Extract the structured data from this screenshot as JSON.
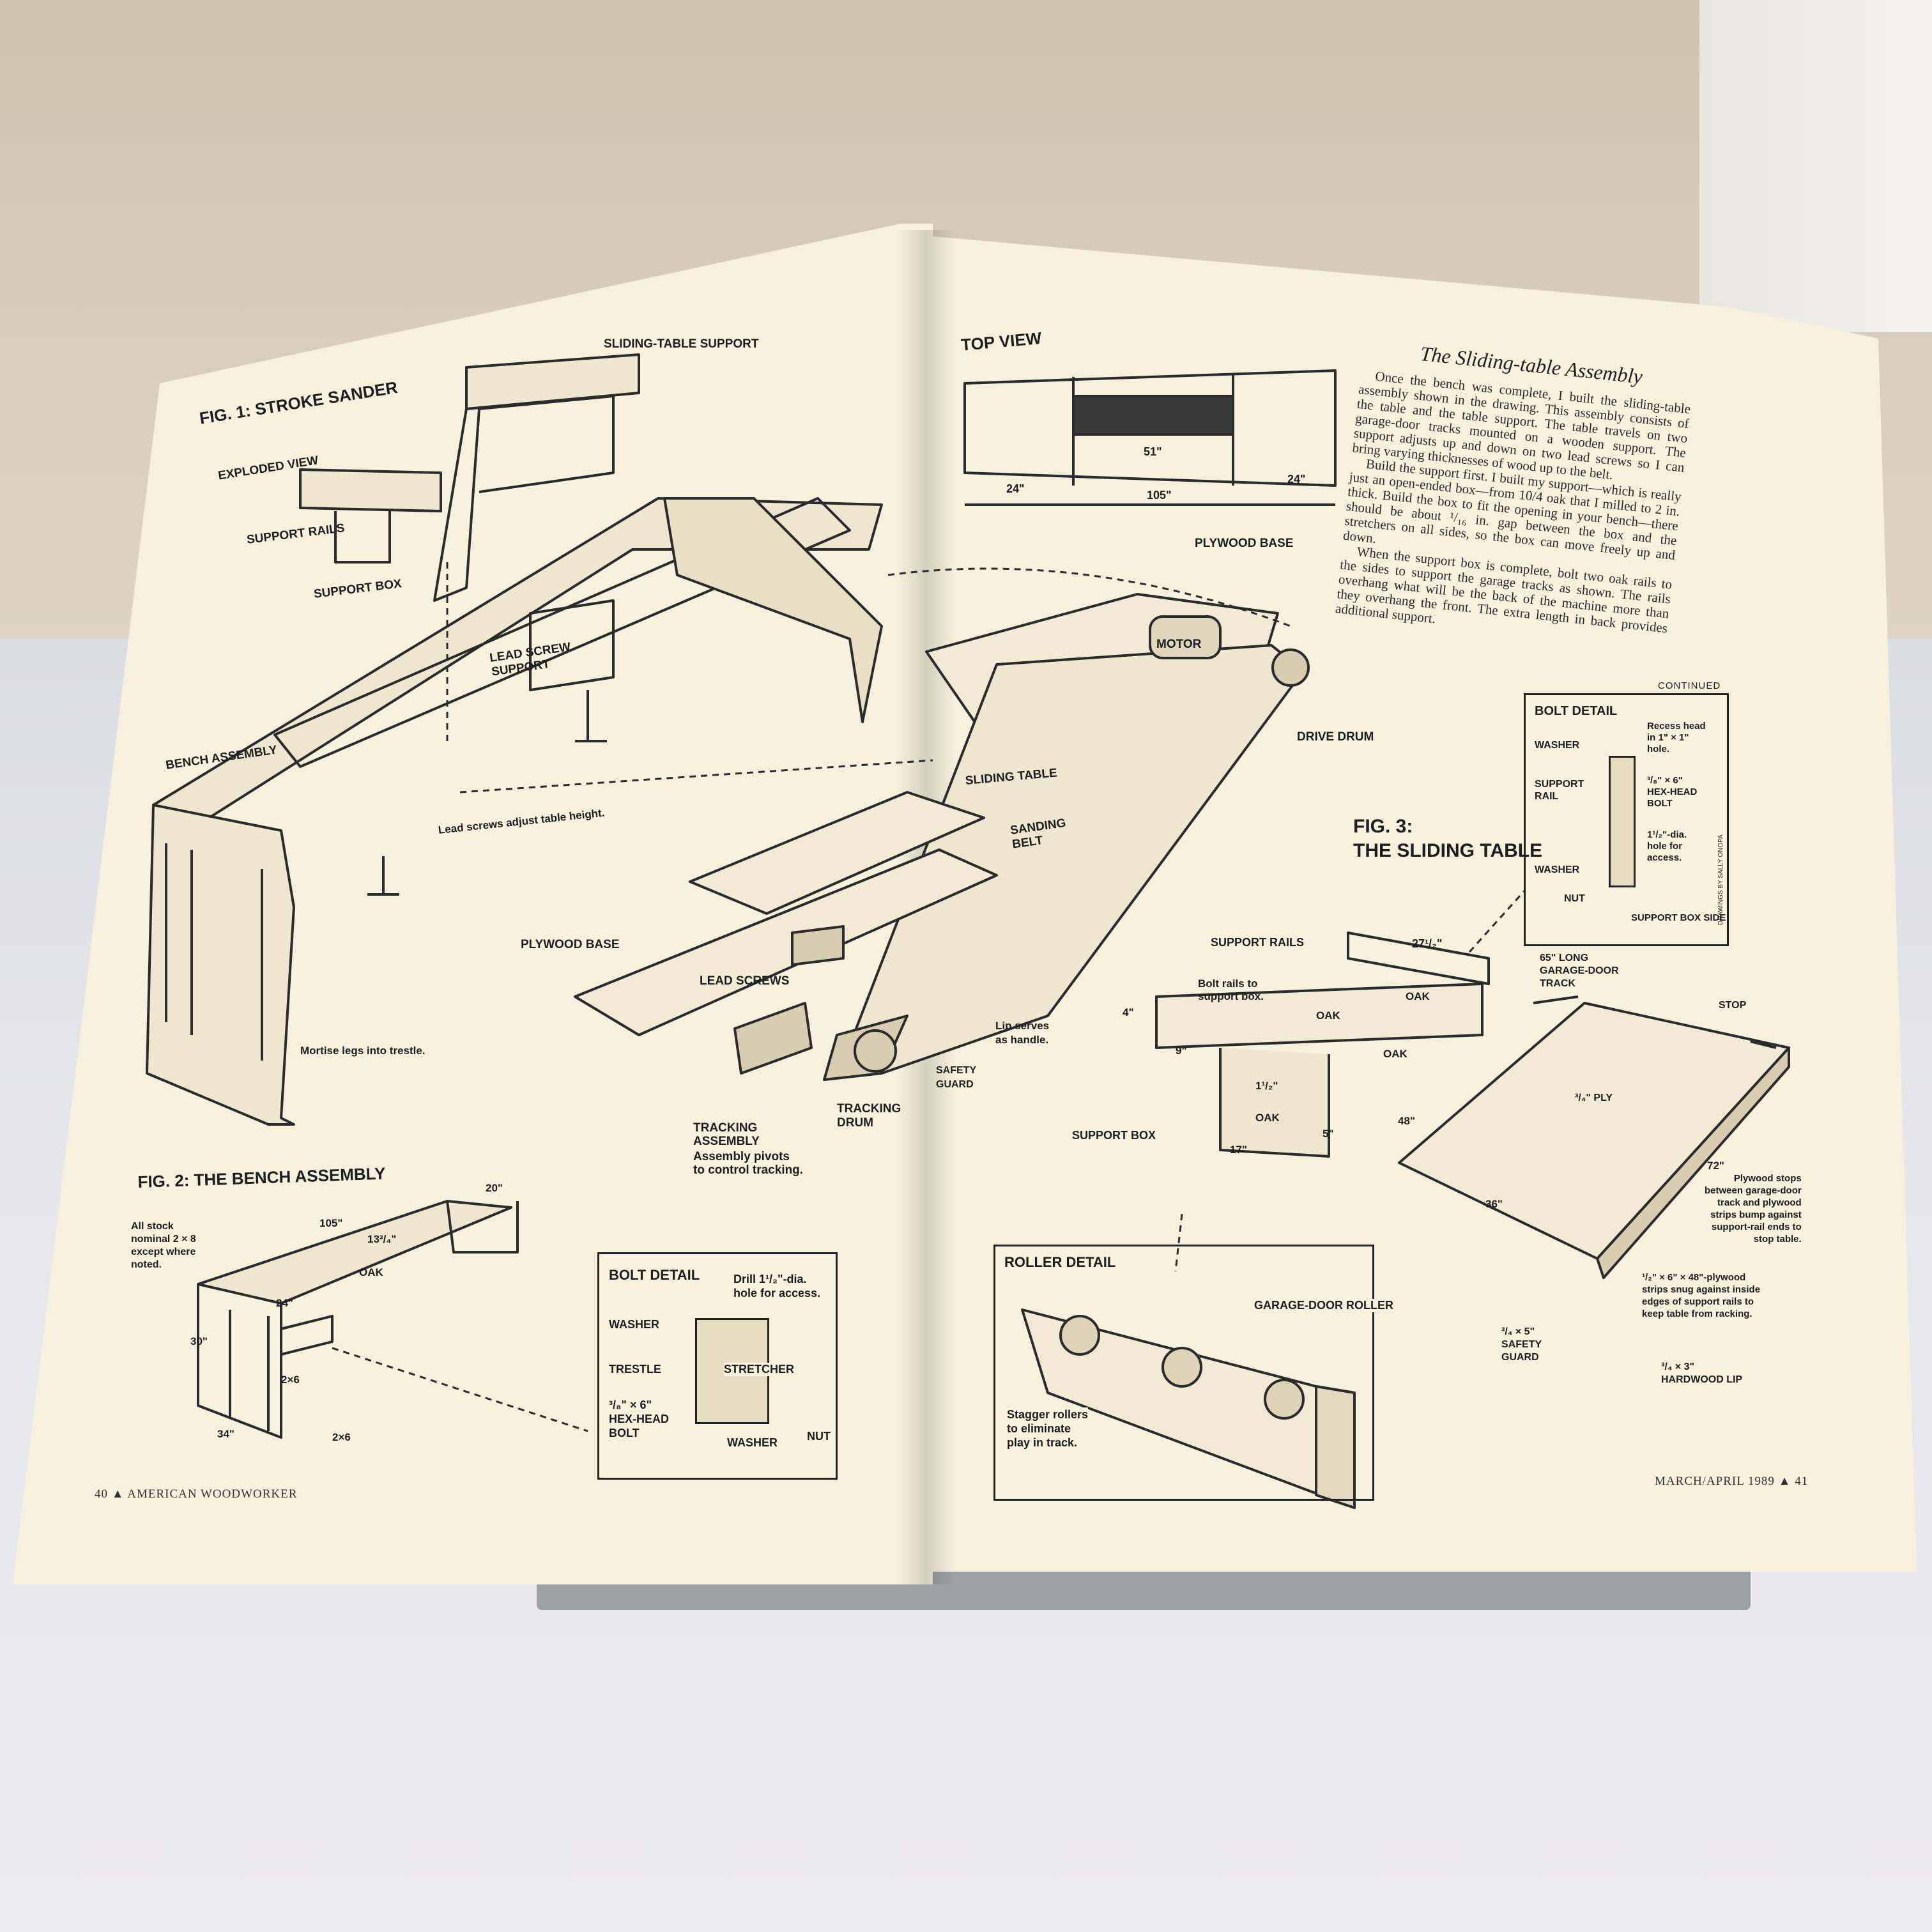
{
  "magazine": {
    "left_folio": "40 ▲ AMERICAN WOODWORKER",
    "right_folio": "MARCH/APRIL 1989 ▲ 41"
  },
  "fig1": {
    "title": "FIG. 1: STROKE SANDER",
    "exploded_view": "EXPLODED VIEW",
    "sliding_table_support": "SLIDING-TABLE SUPPORT",
    "support_rails": "SUPPORT RAILS",
    "support_box": "SUPPORT BOX",
    "lead_screw_support": "LEAD SCREW\nSUPPORT",
    "bench_assembly": "BENCH ASSEMBLY",
    "lead_screws_note": "Lead screws adjust table height.",
    "plywood_base": "PLYWOOD BASE",
    "lead_screws": "LEAD SCREWS",
    "mortise_note": "Mortise legs into trestle.",
    "tracking_assembly": "TRACKING\nASSEMBLY",
    "tracking_note": "Assembly pivots\nto control tracking.",
    "tracking_drum": "TRACKING\nDRUM",
    "safety_guard": "SAFETY\nGUARD",
    "lip_note": "Lip serves\nas handle.",
    "sanding_belt": "SANDING\nBELT",
    "sliding_table": "SLIDING TABLE",
    "drive_drum": "DRIVE DRUM",
    "motor": "MOTOR",
    "plywood_base_top": "PLYWOOD BASE"
  },
  "fig2": {
    "title": "FIG. 2: THE BENCH ASSEMBLY",
    "stock_note": "All stock\nnominal 2 × 8\nexcept where\nnoted.",
    "dim_105": "105\"",
    "dim_20": "20\"",
    "dim_13": "13³/₄\"",
    "oak": "OAK",
    "dim_24": "24\"",
    "dim_30": "30\"",
    "dim_2x6_a": "2×6",
    "dim_34": "34\"",
    "dim_2x6_b": "2×6"
  },
  "bolt_detail_left": {
    "title": "BOLT DETAIL",
    "drill_note": "Drill 1¹/₂\"-dia.\nhole for access.",
    "washer_top": "WASHER",
    "trestle": "TRESTLE",
    "stretcher": "STRETCHER",
    "bolt": "³/₈\" × 6\"\nHEX-HEAD\nBOLT",
    "washer_bottom": "WASHER",
    "nut": "NUT"
  },
  "top_view": {
    "title": "TOP VIEW",
    "dim_51": "51\"",
    "dim_24_left": "24\"",
    "dim_24_right": "24\"",
    "dim_105": "105\""
  },
  "article": {
    "title": "The Sliding-table Assembly",
    "p1": "Once the bench was complete, I built the sliding-table assembly shown in the drawing. This assembly consists of the table and the table support. The table travels on two garage-door tracks mounted on a wooden support. The support adjusts up and down on two lead screws so I can bring varying thicknesses of wood up to the belt.",
    "p2": "Build the support first. I built my support—which is really just an open-ended box—from 10/4 oak that I milled to 2 in. thick. Build the box to fit the opening in your bench—there should be about ¹/₁₆ in. gap between the box and the stretchers on all sides, so the box can move freely up and down.",
    "p3": "When the support box is complete, bolt two oak rails to the sides to support the garage tracks as shown. The rails overhang what will be the back of the machine more than they overhang the front. The extra length in back provides additional support.",
    "continued": "CONTINUED"
  },
  "bolt_detail_right": {
    "title": "BOLT DETAIL",
    "recess": "Recess head\nin 1\" × 1\"\nhole.",
    "washer_top": "WASHER",
    "support_rail": "SUPPORT\nRAIL",
    "bolt": "³/₈\" × 6\"\nHEX-HEAD\nBOLT",
    "access": "1¹/₂\"-dia.\nhole for\naccess.",
    "washer_bottom": "WASHER",
    "nut": "NUT",
    "support_box_side": "SUPPORT BOX SIDE",
    "credit": "DRAWINGS BY SALLY ONOPA"
  },
  "fig3": {
    "title": "FIG. 3:\nTHE SLIDING TABLE",
    "support_rails": "SUPPORT RAILS",
    "dim_27": "27¹/₂\"",
    "bolt_note": "Bolt rails to\nsupport box.",
    "oak_1": "OAK",
    "oak_2": "OAK",
    "oak_3": "OAK",
    "oak_4": "OAK",
    "dim_4": "4\"",
    "dim_9": "9\"",
    "dim_1_5": "1¹/₂\"",
    "dim_5": "5\"",
    "support_box": "SUPPORT BOX",
    "dim_17": "17\"",
    "track": "65\" LONG\nGARAGE-DOOR\nTRACK",
    "stop": "STOP",
    "ply": "³/₄\" PLY",
    "dim_48": "48\"",
    "dim_72": "72\"",
    "dim_36": "36\"",
    "plywood_stops": "Plywood stops\nbetween garage-door\ntrack and plywood\nstrips bump against\nsupport-rail ends to\nstop table.",
    "strips": "¹/₂\" × 6\" × 48\"-plywood\nstrips snug against inside\nedges of support rails to\nkeep table from racking.",
    "safety_guard": "³/₄ × 5\"\nSAFETY\nGUARD",
    "hardwood_lip": "³/₄ × 3\"\nHARDWOOD LIP"
  },
  "roller_detail": {
    "title": "ROLLER DETAIL",
    "roller": "GARAGE-DOOR ROLLER",
    "stagger": "Stagger rollers\nto eliminate\nplay in track."
  }
}
